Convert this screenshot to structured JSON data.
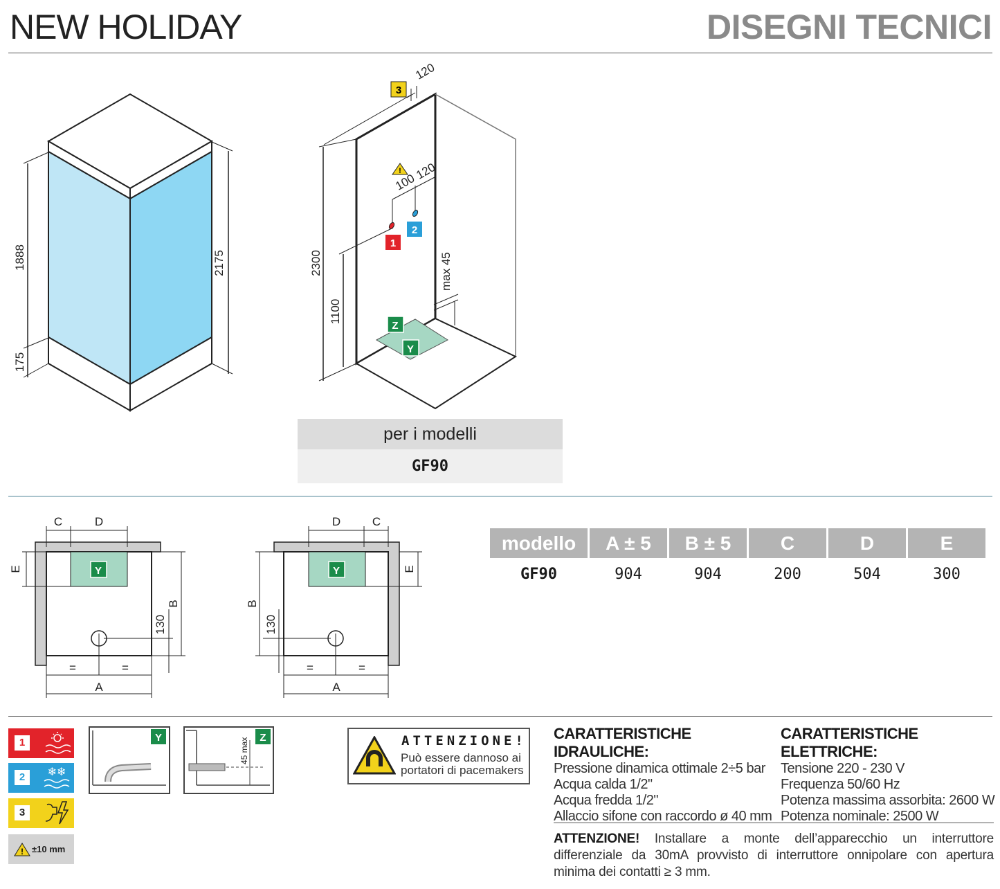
{
  "header": {
    "title": "NEW HOLIDAY",
    "section": "DISEGNI TECNICI"
  },
  "cabin": {
    "dim_top": "1888",
    "dim_base": "175",
    "dim_total": "2175"
  },
  "wall": {
    "dim_height": "2300",
    "dim_top_offset": "120",
    "dim_inlet_spacing": "100",
    "dim_inlet_offset": "120",
    "dim_inlet_height": "1100",
    "dim_drain": "max 45",
    "marker_1": "1",
    "marker_2": "2",
    "marker_3": "3",
    "marker_y": "Y",
    "marker_z": "Z"
  },
  "models": {
    "label": "per i modelli",
    "value": "GF90"
  },
  "plan": {
    "c": "C",
    "d": "D",
    "e": "E",
    "a": "A",
    "b": "B",
    "y": "Y",
    "eq": "=",
    "dim_130": "130"
  },
  "table": {
    "headers": [
      "modello",
      "A ± 5",
      "B ± 5",
      "C",
      "D",
      "E"
    ],
    "row": [
      "GF90",
      "904",
      "904",
      "200",
      "504",
      "300"
    ]
  },
  "legend": {
    "item1": "1",
    "item2": "2",
    "item3": "3",
    "tolerance": "±10 mm"
  },
  "details": {
    "y": "Y",
    "z": "Z",
    "max45": "45 max"
  },
  "warning": {
    "title": "ATTENZIONE!",
    "line1": "Può essere dannoso ai",
    "line2": "portatori di pacemakers"
  },
  "hydraulic": {
    "title": "CARATTERISTICHE IDRAULICHE:",
    "lines": [
      "Pressione dinamica ottimale 2÷5 bar",
      "Acqua calda 1/2\"",
      "Acqua fredda 1/2\"",
      "Allaccio sifone con raccordo ø 40 mm"
    ]
  },
  "electric": {
    "title": "CARATTERISTICHE ELETTRICHE:",
    "lines": [
      "Tensione 220 - 230 V",
      "Frequenza 50/60 Hz",
      "Potenza massima assorbita: 2600 W",
      "Potenza nominale: 2500 W"
    ]
  },
  "note": {
    "bold": "ATTENZIONE!",
    "text": "Installare a monte dell’apparecchio un interruttore differenziale da 30mA provvisto di interruttore onnipolare con apertura minima dei contatti ≥ 3 mm."
  },
  "colors": {
    "glass_left": "#bfe6f6",
    "glass_right": "#8ed7f3",
    "red": "#e2232a",
    "blue": "#2a9fd8",
    "yellow": "#f2d21b",
    "green": "#1a8c4a",
    "green_zone": "#a6d7c3",
    "header_gray": "#b4b4b4"
  }
}
